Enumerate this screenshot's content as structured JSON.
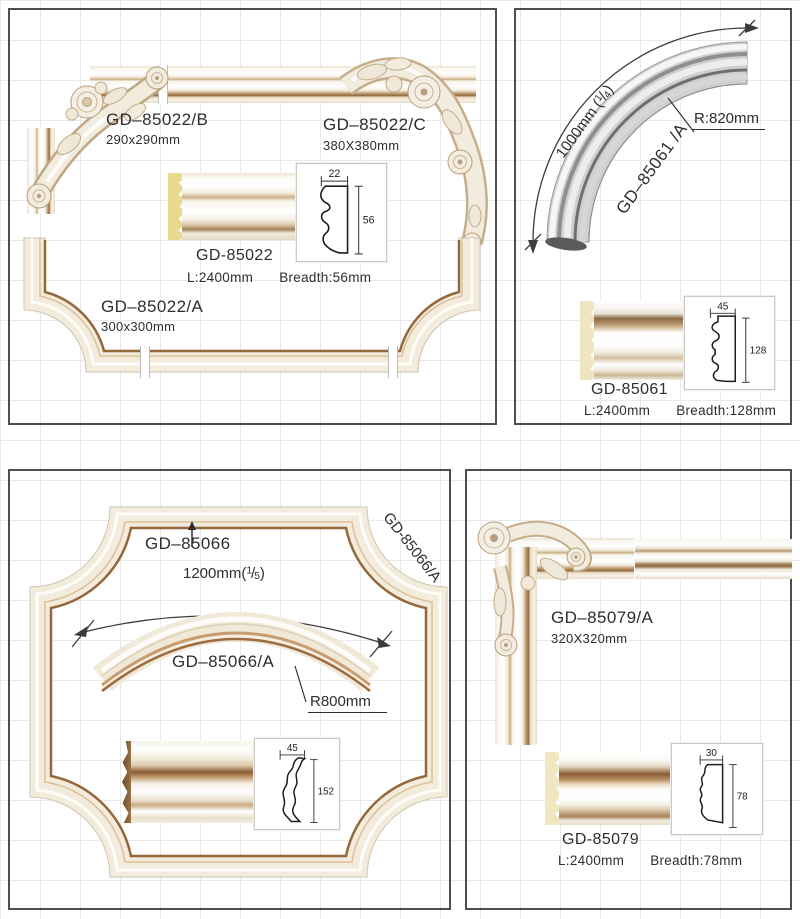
{
  "p1": {
    "b_code": "GD–85022/B",
    "b_size": "290x290mm",
    "c_code": "GD–85022/C",
    "c_size": "380X380mm",
    "code": "GD-85022",
    "len": "L:2400mm",
    "breadth": "Breadth:56mm",
    "prof_w": "22",
    "prof_h": "56",
    "a_code": "GD–85022/A",
    "a_size": "300x300mm"
  },
  "p2": {
    "dim_pre": "1000mm (",
    "frac_n": "1",
    "frac_s": "/",
    "frac_d": "4",
    "dim_suf": ")",
    "arc_code": "GD–85061 /A",
    "radius": "R:820mm",
    "code": "GD-85061",
    "len": "L:2400mm",
    "breadth": "Breadth:128mm",
    "prof_w": "45",
    "prof_h": "128"
  },
  "p3": {
    "code": "GD–85066",
    "dim_pre": "1200mm(",
    "frac_n": "1",
    "frac_s": "/",
    "frac_d": "5",
    "dim_suf": ")",
    "arc_code": "GD–85066/A",
    "radius": "R800mm",
    "rot_code": "GD-85066/A",
    "prof_w": "45",
    "prof_h": "152"
  },
  "p4": {
    "a_code": "GD–85079/A",
    "a_size": "320X320mm",
    "code": "GD-85079",
    "len": "L:2400mm",
    "breadth": "Breadth:78mm",
    "prof_w": "30",
    "prof_h": "78"
  }
}
